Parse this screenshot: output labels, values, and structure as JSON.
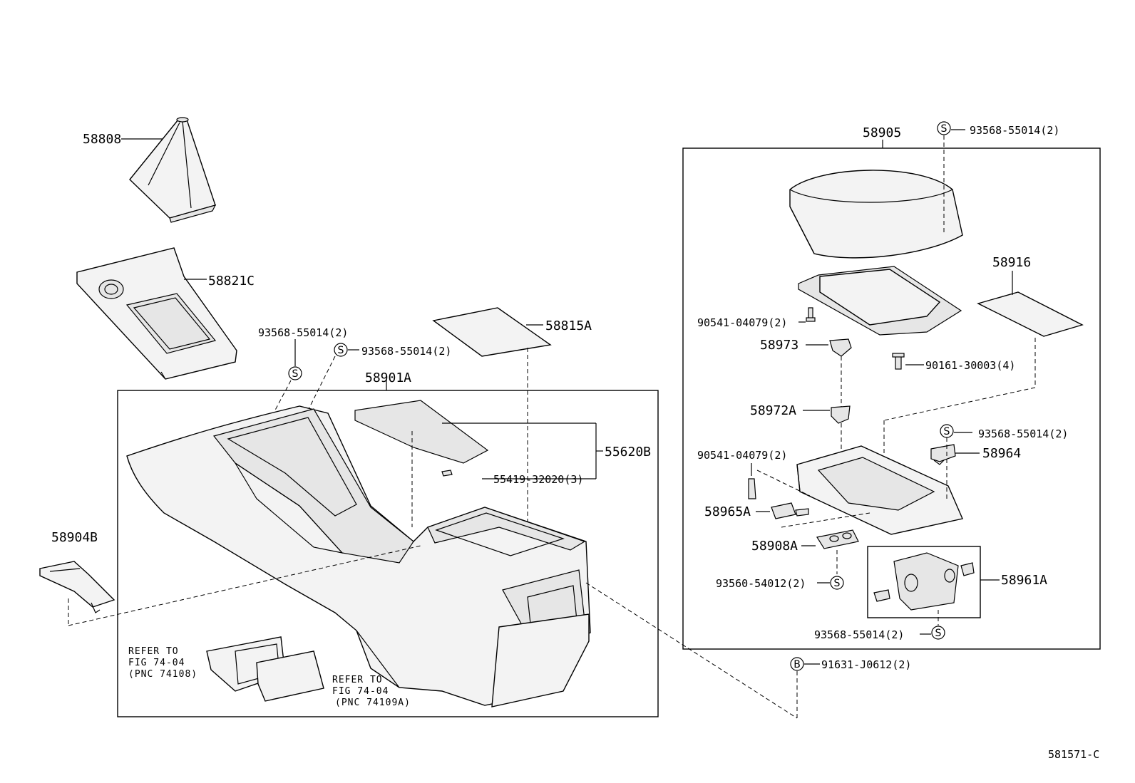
{
  "labels": {
    "p58808": "58808",
    "p58821C": "58821C",
    "p58815A": "58815A",
    "p58901A": "58901A",
    "p55620B": "55620B",
    "p55419": "55419-32020(3)",
    "p58904B": "58904B",
    "s1": "93568-55014(2)",
    "s2": "93568-55014(2)",
    "refer1_a": "REFER TO",
    "refer1_b": "FIG 74-04",
    "refer1_c": "(PNC 74108)",
    "refer2_a": "REFER TO",
    "refer2_b": "FIG 74-04",
    "refer2_c": "(PNC 74109A)",
    "p58905": "58905",
    "s3": "93568-55014(2)",
    "p58916": "58916",
    "p90541a": "90541-04079(2)",
    "p58973": "58973",
    "p90161": "90161-30003(4)",
    "p58972A": "58972A",
    "s4": "93568-55014(2)",
    "p58964": "58964",
    "p90541b": "90541-04079(2)",
    "p58965A": "58965A",
    "p58908A": "58908A",
    "p58961A": "58961A",
    "p93560": "93560-54012(2)",
    "s5": "93568-55014(2)",
    "p91631": "91631-J0612(2)",
    "diagram_id": "581571-C"
  },
  "symbols": {
    "s": "S",
    "b": "B"
  }
}
